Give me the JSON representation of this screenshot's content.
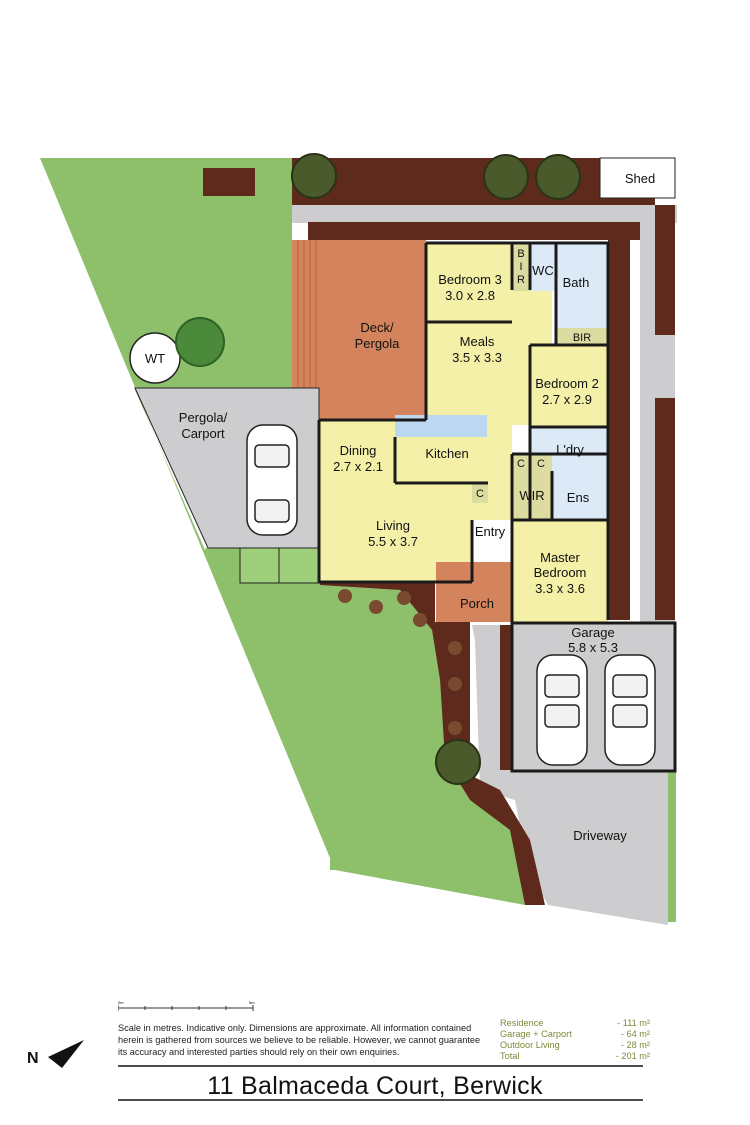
{
  "rooms": {
    "shed": "Shed",
    "wt": "WT",
    "pergola_carport": [
      "Pergola/",
      "Carport"
    ],
    "deck": [
      "Deck/",
      "Pergola"
    ],
    "bedroom3": [
      "Bedroom 3",
      "3.0 x 2.8"
    ],
    "bir_vertical": [
      "B",
      "I",
      "R"
    ],
    "wc": "WC",
    "bath": "Bath",
    "bir": "BIR",
    "meals": [
      "Meals",
      "3.5 x 3.3"
    ],
    "bedroom2": [
      "Bedroom 2",
      "2.7 x 2.9"
    ],
    "dining": [
      "Dining",
      "2.7 x 2.1"
    ],
    "kitchen": "Kitchen",
    "laundry": "L'dry",
    "c1": "C",
    "c2": "C",
    "c3": "C",
    "wir": "WIR",
    "ens": "Ens",
    "living": [
      "Living",
      "5.5 x 3.7"
    ],
    "entry": "Entry",
    "master": [
      "Master",
      "Bedroom",
      "3.3 x 3.6"
    ],
    "porch": "Porch",
    "garage": [
      "Garage",
      "5.8 x 5.3"
    ],
    "driveway": "Driveway"
  },
  "scale": {
    "start": "0m",
    "end": "5m"
  },
  "disclaimer": "Scale in metres. Indicative only. Dimensions are approximate. All information contained herein is gathered from sources we believe to be reliable. However, we cannot guarantee its accuracy and interested parties should rely on their own enquiries.",
  "areas": [
    {
      "label": "Residence",
      "value": "- 111 m²"
    },
    {
      "label": "Garage + Carport",
      "value": "- 64 m²"
    },
    {
      "label": "Outdoor Living",
      "value": "- 28 m²"
    },
    {
      "label": "Total",
      "value": "- 201 m²"
    }
  ],
  "north": "N",
  "address": "11 Balmaceda Court, Berwick",
  "colors": {
    "lawn": "#8ec06c",
    "garden_bed": "#5e2a1c",
    "paving": "#cdcdcf",
    "room": "#f5f0a8",
    "deck": "#d4845c",
    "porch": "#d4845c",
    "wet_area": "#dce9f7",
    "built_in": "#dcdca0",
    "wall": "#1a1a1a"
  }
}
